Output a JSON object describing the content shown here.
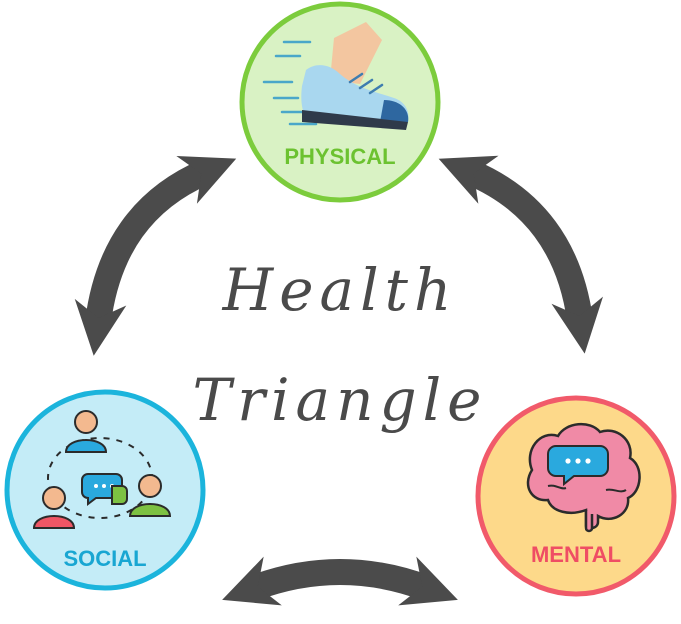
{
  "title": {
    "line1": "Health",
    "line2": "Triangle"
  },
  "nodes": {
    "physical": {
      "label": "PHYSICAL",
      "icon": "sneaker-icon",
      "fill": "#d9f2c4",
      "stroke": "#7ccc3c",
      "text_color": "#6cc230"
    },
    "social": {
      "label": "SOCIAL",
      "icon": "people-chat-icon",
      "fill": "#c4ecf7",
      "stroke": "#1bb4dc",
      "text_color": "#19a6d2"
    },
    "mental": {
      "label": "MENTAL",
      "icon": "brain-chat-icon",
      "fill": "#fdd98a",
      "stroke": "#f15a6a",
      "text_color": "#ef4d64"
    }
  },
  "arrow_color": "#4b4b4b"
}
